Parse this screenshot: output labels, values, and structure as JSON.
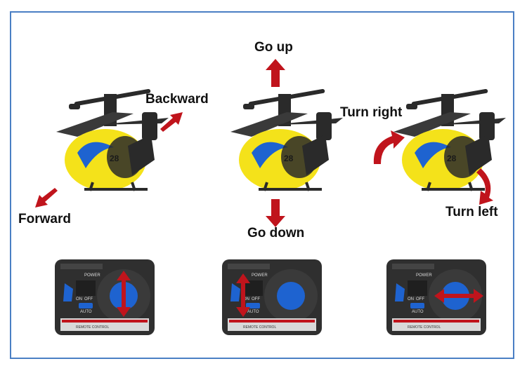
{
  "labels": {
    "backward": "Backward",
    "forward": "Forward",
    "go_up": "Go up",
    "go_down": "Go down",
    "turn_right": "Turn right",
    "turn_left": "Turn left"
  },
  "helicopter": {
    "number": "28"
  },
  "remote": {
    "power": "POWER",
    "on": "ON",
    "off": "OFF",
    "auto": "AUTO",
    "panel": "REMOTE CONTROL"
  },
  "colors": {
    "frame": "#4a7fc4",
    "arrow": "#c0141c",
    "body": "#f4e21a",
    "dark": "#2a2a2a",
    "stick": "#1e63d0"
  }
}
